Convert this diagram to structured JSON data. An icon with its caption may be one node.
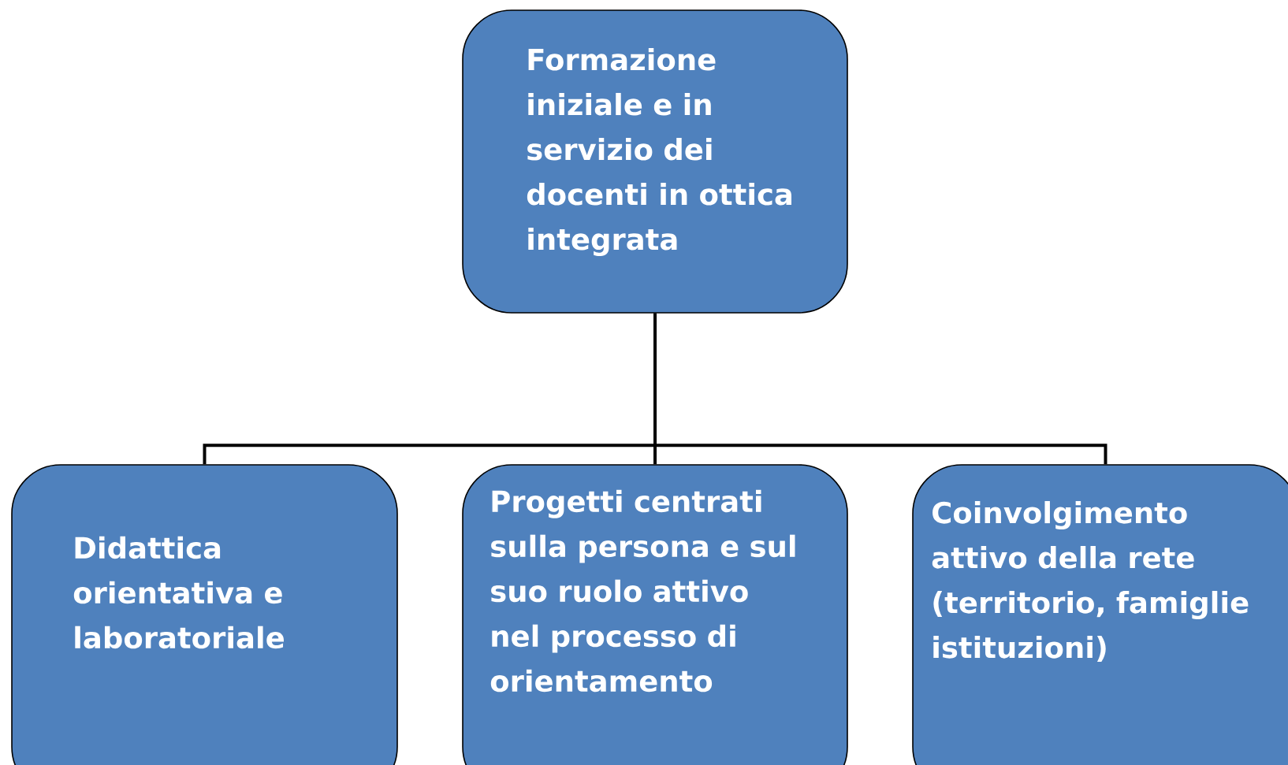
{
  "diagram": {
    "nodes": [
      {
        "text": [
          "Formazione iniziale e in servizio dei docenti in ottica integrata"
        ]
      },
      {
        "text": [
          "Didattica orientativa e laboratoriale"
        ]
      },
      {
        "text": [
          "Progetti centrati sulla persona e sul suo ruolo attivo nel processo di orientamento"
        ]
      },
      {
        "text": [
          "Coinvolgimento attivo della rete (territorio, famiglie istituzioni)"
        ]
      }
    ],
    "edges": [
      {
        "from": 0,
        "to": 1,
        "arrow": "none"
      },
      {
        "from": 0,
        "to": 2,
        "arrow": "none"
      },
      {
        "from": 0,
        "to": 3,
        "arrow": "none"
      }
    ]
  }
}
